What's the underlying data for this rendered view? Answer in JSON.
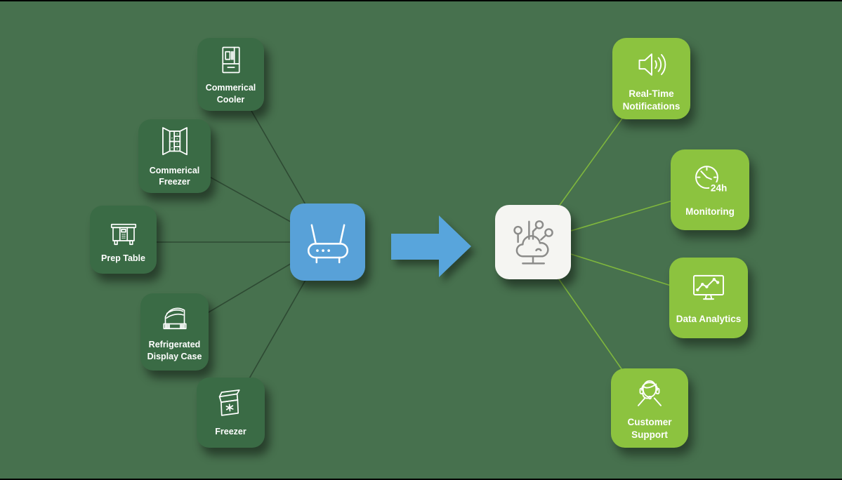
{
  "diagram_title": "",
  "background": {
    "color": "#47714E",
    "edge_bar_color": "#000000"
  },
  "palette": {
    "equipment_box": "#3A6B45",
    "feature_box": "#8CC33F",
    "hub_box": "#58A1D8",
    "cloud_box": "#F5F5F2",
    "arrow": "#58A5DC",
    "label_text": "#FFFFFF",
    "equipment_line": "#2E4A33",
    "feature_line": "#7FB73D",
    "cloud_icon_stroke": "#8C8C8A"
  },
  "equipment": [
    {
      "label": "Commerical Cooler",
      "icon": "commercial-cooler-icon"
    },
    {
      "label": "Commerical Freezer",
      "icon": "commercial-freezer-icon"
    },
    {
      "label": "Prep Table",
      "icon": "prep-table-icon"
    },
    {
      "label": "Refrigerated Display Case",
      "icon": "refrigerated-display-case-icon"
    },
    {
      "label": "Freezer",
      "icon": "chest-freezer-icon"
    }
  ],
  "hub": {
    "icon": "wifi-router-icon"
  },
  "flow_arrow": {
    "icon": "right-arrow"
  },
  "cloud": {
    "icon": "iot-cloud-icon"
  },
  "features": [
    {
      "label": "Real-Time Notifications",
      "icon": "speaker-notification-icon"
    },
    {
      "label": "Monitoring",
      "icon": "clock-24h-icon",
      "icon_text": "24h"
    },
    {
      "label": "Data Analytics",
      "icon": "analytics-monitor-icon"
    },
    {
      "label": "Customer Support",
      "icon": "customer-support-icon"
    }
  ]
}
